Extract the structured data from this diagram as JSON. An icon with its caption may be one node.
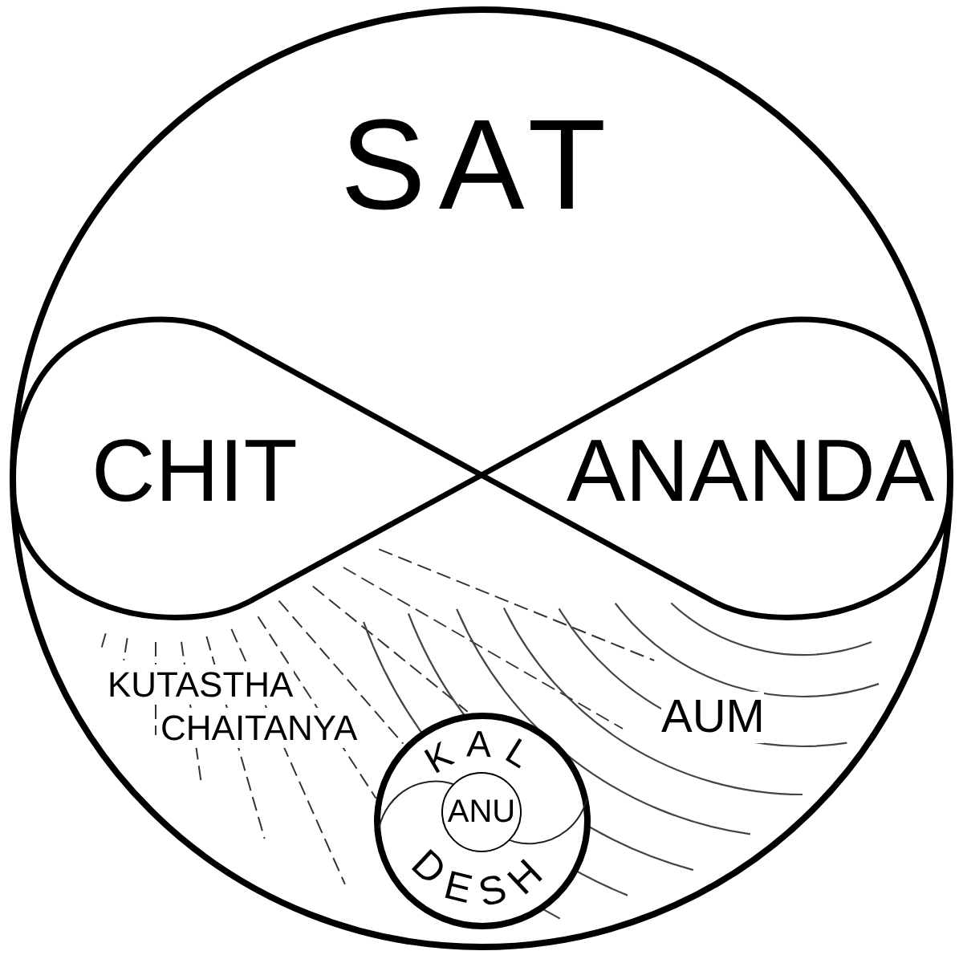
{
  "diagram": {
    "nodes": [
      {
        "text": [
          "SAT"
        ]
      },
      {
        "text": [
          "CHIT"
        ],
        "in": 0
      },
      {
        "text": [
          "ANANDA"
        ],
        "in": 0
      },
      {
        "text": [
          "KAL",
          "DESH"
        ],
        "in": 0
      },
      {
        "text": [
          "ANU"
        ],
        "in": 3
      }
    ],
    "labels": [
      "KUTASTHA CHAITANYA",
      "AUM"
    ]
  }
}
